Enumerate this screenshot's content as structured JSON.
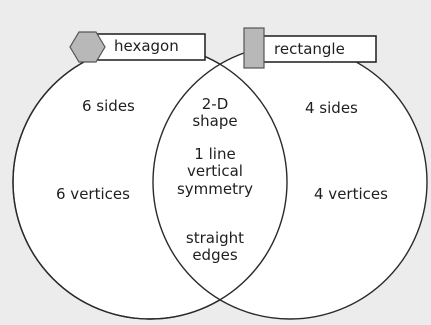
{
  "colors": {
    "background": "#ececec",
    "circle_fill": "#ffffff",
    "stroke": "#2a2a2a",
    "tag_fill": "#ffffff",
    "shape_fill": "#b8b8b8",
    "text": "#1f1f1f"
  },
  "left_set": {
    "name": "hexagon",
    "icon": "hexagon-icon",
    "items": [
      "6 sides",
      "6 vertices"
    ]
  },
  "right_set": {
    "name": "rectangle",
    "icon": "rectangle-icon",
    "items": [
      "4 sides",
      "4 vertices"
    ]
  },
  "intersection": {
    "items": [
      {
        "line1": "2-D",
        "line2": "shape"
      },
      {
        "line1": "1 line",
        "line2": "vertical",
        "line3": "symmetry"
      },
      {
        "line1": "straight",
        "line2": "edges"
      }
    ]
  }
}
